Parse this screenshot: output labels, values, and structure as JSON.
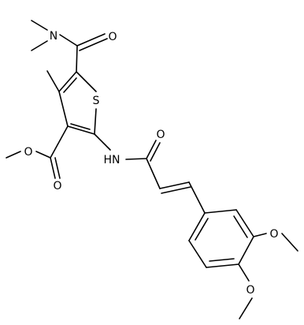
{
  "atom_labels": {
    "n_dimethylamide": "N",
    "o_amide_carbonyl": "O",
    "s_thiophene": "S",
    "o_ester_ether": "O",
    "o_ester_carbonyl": "O",
    "nh_amide": "HN",
    "o_acryl_carbonyl": "O",
    "o_methoxy_3": "O",
    "o_methoxy_4": "O"
  },
  "colors": {
    "bond": "#000000",
    "text": "#000000",
    "background": "#ffffff"
  }
}
